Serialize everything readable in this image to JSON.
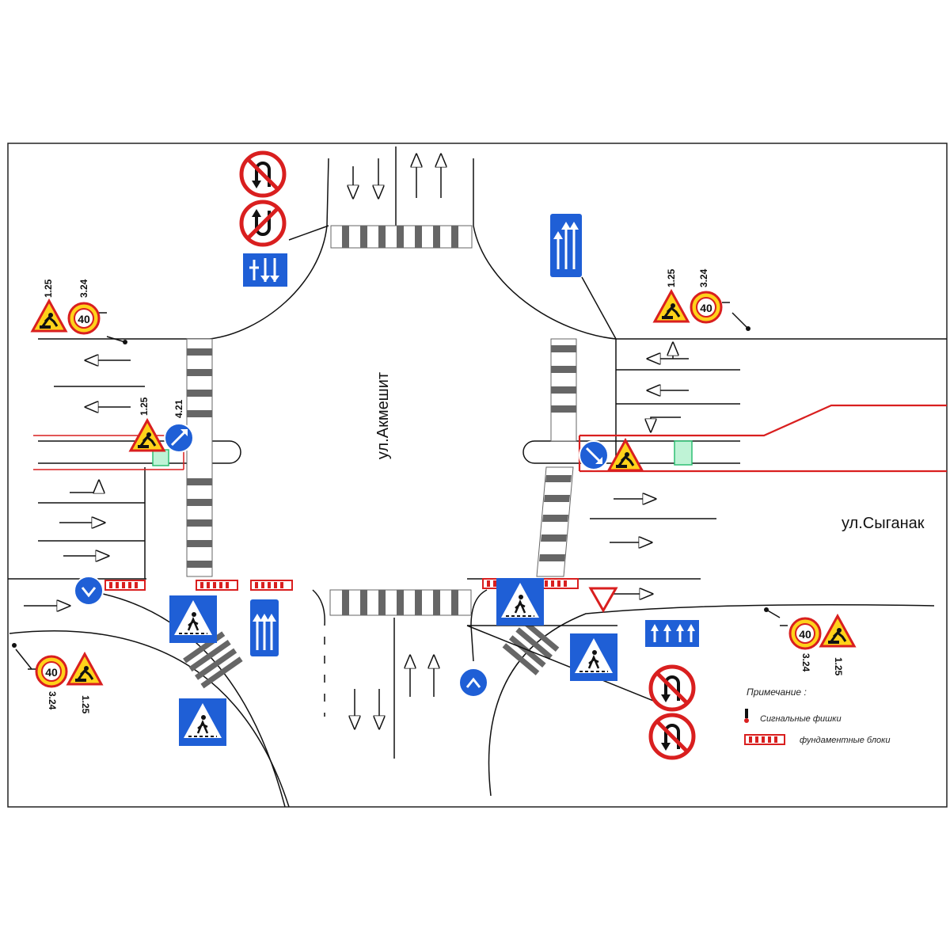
{
  "streets": {
    "vertical": "ул.Акмешит",
    "horizontal": "ул.Сыганак"
  },
  "sign_codes": {
    "tl_warning": "1.25",
    "tl_speed": "3.24",
    "tr_warning": "1.25",
    "tr_speed": "3.24",
    "bl_speed": "3.24",
    "bl_warning": "1.25",
    "br_speed": "3.24",
    "br_warning": "1.25",
    "keep_right": "4.21",
    "warning_center": "1.25"
  },
  "speed_limit": "40",
  "legend": {
    "title": "Примечание :",
    "items": [
      {
        "label": "Сигнальные фишки",
        "symbol": "signal-cone"
      },
      {
        "label": "фундаментные блоки",
        "symbol": "foundation-block"
      }
    ]
  },
  "colors": {
    "sign_blue": "#1f5fd6",
    "sign_red": "#d91f1f",
    "warning_yellow": "#ffd21a",
    "road_line": "#111111",
    "work_zone": "#d91f1f",
    "cone_green": "#2fbf73"
  }
}
